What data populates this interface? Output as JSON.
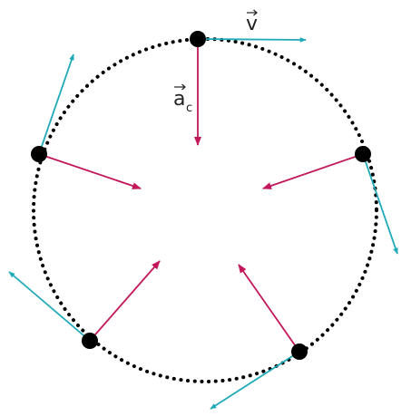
{
  "colors": {
    "velocity": "#1fa9b9",
    "acceleration": "#c2185b",
    "orbit": "#000000",
    "mass": "#000000"
  },
  "labels": {
    "velocity_symbol": "v",
    "acceleration_symbol": "a",
    "acceleration_subscript": "c"
  },
  "icons": {
    "vector_arrow": "vector-arrow-over-letter-icon"
  }
}
